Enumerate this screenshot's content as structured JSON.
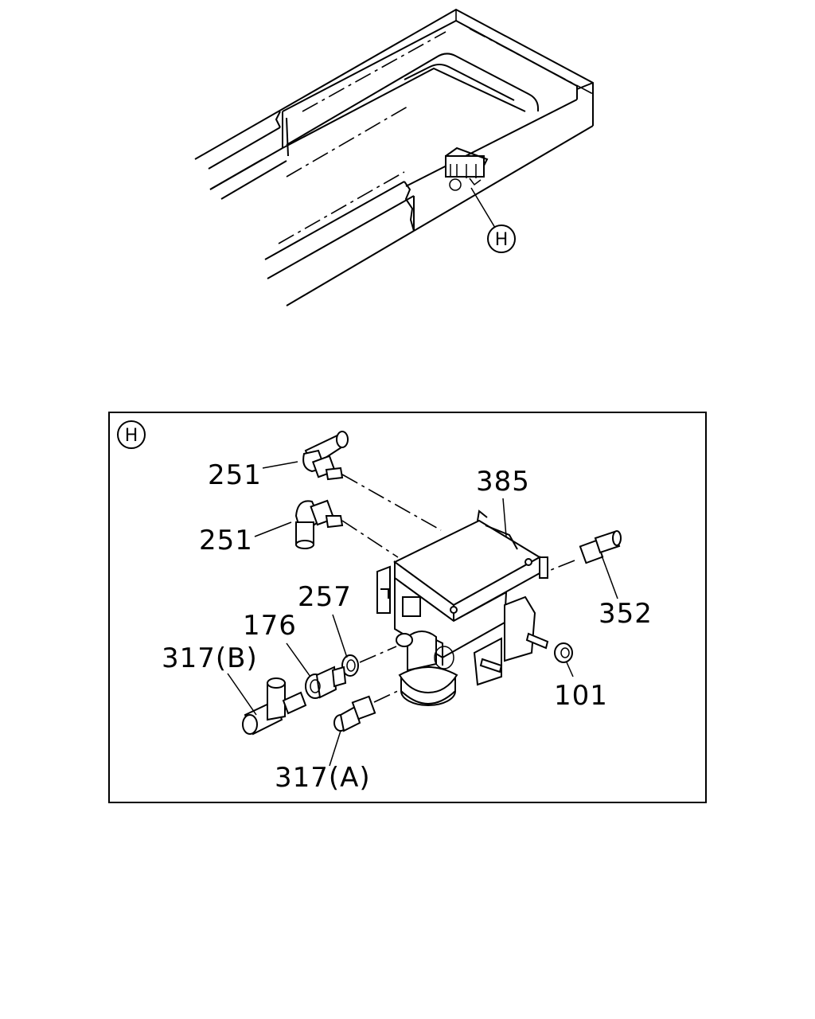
{
  "overview": {
    "callout_letter": "H"
  },
  "detail": {
    "callout_letter": "H",
    "parts": [
      {
        "id": "p251a",
        "label": "251"
      },
      {
        "id": "p251b",
        "label": "251"
      },
      {
        "id": "p385",
        "label": "385"
      },
      {
        "id": "p352",
        "label": "352"
      },
      {
        "id": "p257",
        "label": "257"
      },
      {
        "id": "p176",
        "label": "176"
      },
      {
        "id": "p317b",
        "label": "317(B)"
      },
      {
        "id": "p101",
        "label": "101"
      },
      {
        "id": "p317a",
        "label": "317(A)"
      }
    ]
  }
}
